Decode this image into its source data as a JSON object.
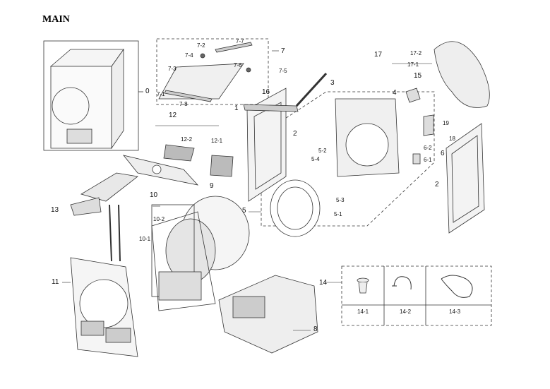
{
  "page": {
    "title": "MAIN"
  },
  "callouts": {
    "c0": "0",
    "c1": "1",
    "c2a": "2",
    "c2b": "2",
    "c3": "3",
    "c4": "4",
    "c5": "5",
    "c5_1": "5-1",
    "c5_2": "5-2",
    "c5_3": "5-3",
    "c5_4": "5-4",
    "c6": "6",
    "c6_1": "6-1",
    "c6_2": "6-2",
    "c7": "7",
    "c7_1": "7-1",
    "c7_2": "7-2",
    "c7_3": "7-3",
    "c7_4": "7-4",
    "c7_5": "7-5",
    "c7_6": "7-6",
    "c7_7": "7-7",
    "c7_8": "7-8",
    "c8": "8",
    "c9": "9",
    "c10": "10",
    "c10_1": "10-1",
    "c10_2": "10-2",
    "c11": "11",
    "c12": "12",
    "c12_1": "12-1",
    "c12_2": "12-2",
    "c13": "13",
    "c14": "14",
    "c15": "15",
    "c16": "16",
    "c17": "17",
    "c17_1": "17-1",
    "c17_2": "17-2",
    "c18": "18",
    "c19": "19"
  },
  "accessories": {
    "items": [
      {
        "label": "14-1",
        "icon": "drain-cap-icon"
      },
      {
        "label": "14-2",
        "icon": "hose-guide-icon"
      },
      {
        "label": "14-3",
        "icon": "drain-hose-icon"
      }
    ]
  }
}
